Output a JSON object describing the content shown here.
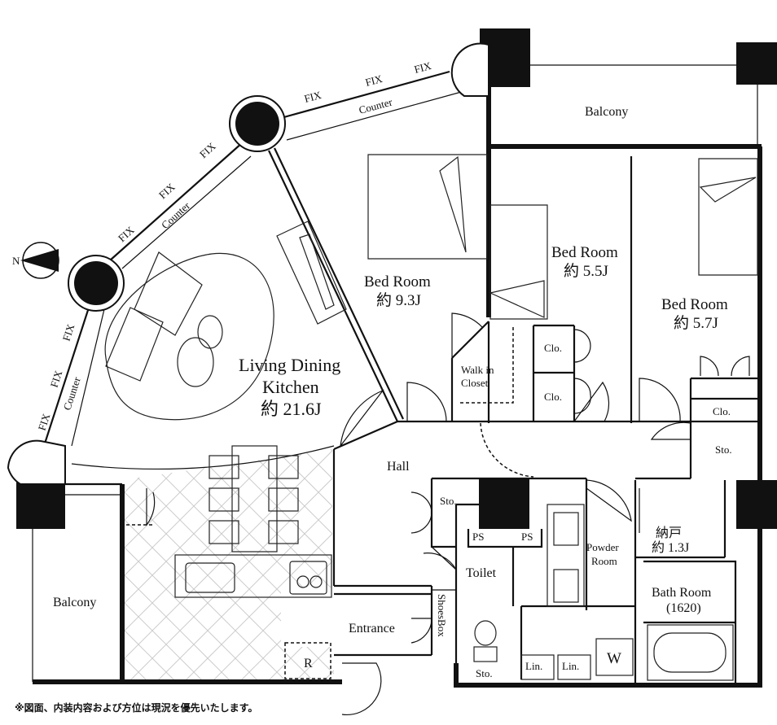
{
  "compass": {
    "north_label": "N"
  },
  "rooms": {
    "balcony_top": "Balcony",
    "balcony_left": "Balcony",
    "bed1_name": "Bed Room",
    "bed1_size": "約 9.3J",
    "bed2_name": "Bed Room",
    "bed2_size": "約 5.5J",
    "bed3_name": "Bed Room",
    "bed3_size": "約 5.7J",
    "ldk_line1": "Living Dining",
    "ldk_line2": "Kitchen",
    "ldk_size": "約 21.6J",
    "walkin_line1": "Walk in",
    "walkin_line2": "Closet",
    "hall": "Hall",
    "toilet": "Toilet",
    "powder_line1": "Powder",
    "powder_line2": "Room",
    "storage_name": "納戸",
    "storage_size": "約 1.3J",
    "bath_name": "Bath Room",
    "bath_size": "(1620)",
    "entrance": "Entrance",
    "shoes_box": "ShoesBox"
  },
  "small_labels": {
    "clo_upper": "Clo.",
    "clo_lower": "Clo.",
    "clo_right": "Clo.",
    "sto_right": "Sto.",
    "sto_hall": "Sto.",
    "sto_bottom": "Sto.",
    "ps_left": "PS",
    "ps_right": "PS",
    "lin_left": "Lin.",
    "lin_right": "Lin.",
    "washer": "W",
    "refrigerator": "R"
  },
  "window_labels": {
    "fix": "FIX",
    "counter": "Counter"
  },
  "footnote": "※図面、内装内容および方位は現況を優先いたします。"
}
